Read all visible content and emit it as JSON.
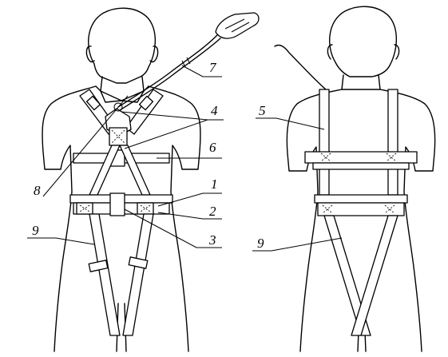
{
  "callouts": [
    {
      "id": "c1",
      "text": "1"
    },
    {
      "id": "c2",
      "text": "2"
    },
    {
      "id": "c3",
      "text": "3"
    },
    {
      "id": "c4",
      "text": "4"
    },
    {
      "id": "c5",
      "text": "5"
    },
    {
      "id": "c6",
      "text": "6"
    },
    {
      "id": "c7",
      "text": "7"
    },
    {
      "id": "c8",
      "text": "8"
    },
    {
      "id": "c9a",
      "text": "9"
    },
    {
      "id": "c9b",
      "text": "9"
    }
  ],
  "colors": {
    "ink": "#000000",
    "paper": "#ffffff"
  }
}
